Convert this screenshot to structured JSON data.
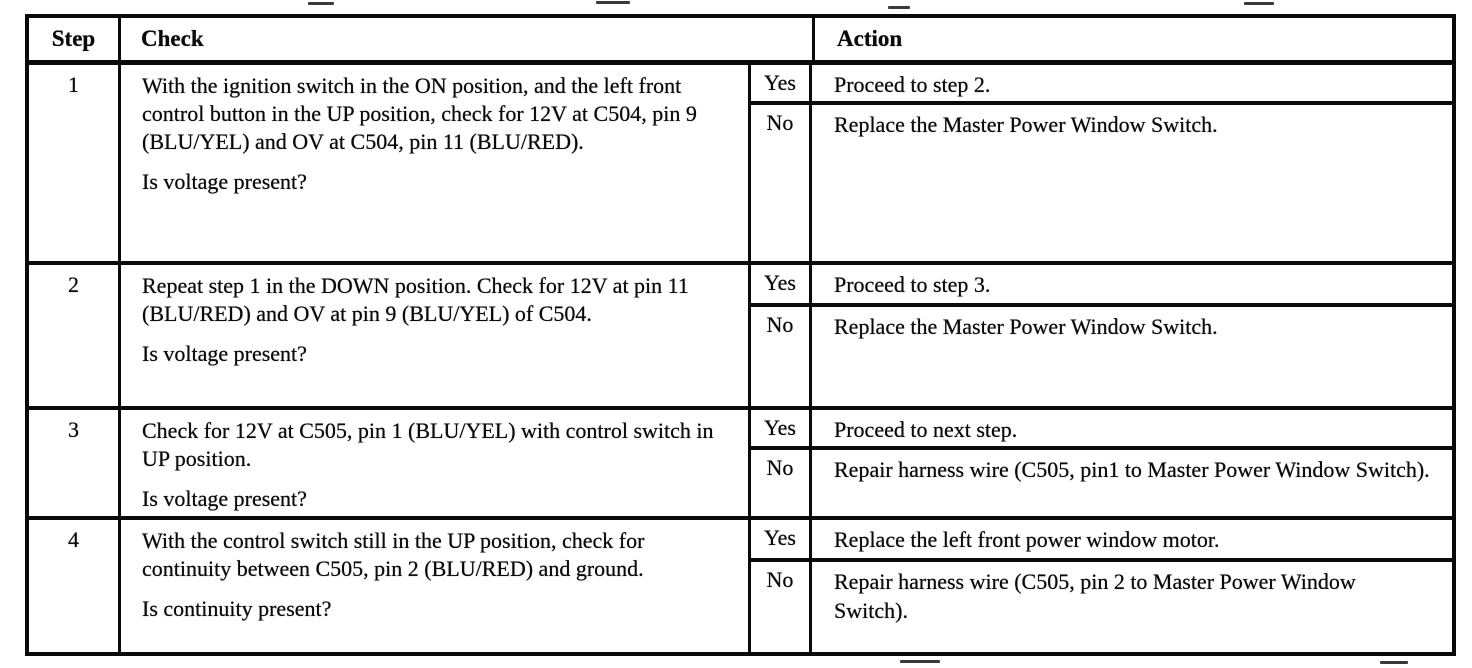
{
  "page": {
    "background": "#ffffff",
    "ink": "#0a0a0a"
  },
  "table": {
    "headers": {
      "step": "Step",
      "check": "Check",
      "action": "Action"
    },
    "steps": [
      {
        "num": "1",
        "check": "With the ignition switch in the ON position, and the left front control button in the UP position, check for 12V at C504, pin 9 (BLU/YEL) and OV at C504, pin 11 (BLU/RED).",
        "question": "Is voltage present?",
        "branches": [
          {
            "label": "Yes",
            "action": "Proceed to step 2."
          },
          {
            "label": "No",
            "action": "Replace the Master Power Window Switch."
          }
        ]
      },
      {
        "num": "2",
        "check": "Repeat step 1 in the DOWN position. Check for 12V at pin 11 (BLU/RED) and OV at pin 9 (BLU/YEL) of C504.",
        "question": "Is voltage present?",
        "branches": [
          {
            "label": "Yes",
            "action": "Proceed to step 3."
          },
          {
            "label": "No",
            "action": "Replace the Master Power Window Switch."
          }
        ]
      },
      {
        "num": "3",
        "check": "Check for 12V at C505, pin 1 (BLU/YEL) with control switch in UP position.",
        "question": "Is voltage present?",
        "branches": [
          {
            "label": "Yes",
            "action": "Proceed to next step."
          },
          {
            "label": "No",
            "action": "Repair harness wire (C505, pin1 to Master Power Window Switch)."
          }
        ]
      },
      {
        "num": "4",
        "check": "With the control switch still in the UP position, check for continuity between C505, pin 2 (BLU/RED) and ground.",
        "question": "Is continuity present?",
        "branches": [
          {
            "label": "Yes",
            "action": "Replace the left front power window motor."
          },
          {
            "label": "No",
            "action": "Repair harness wire (C505, pin 2 to Master Power Window Switch)."
          }
        ]
      }
    ]
  }
}
